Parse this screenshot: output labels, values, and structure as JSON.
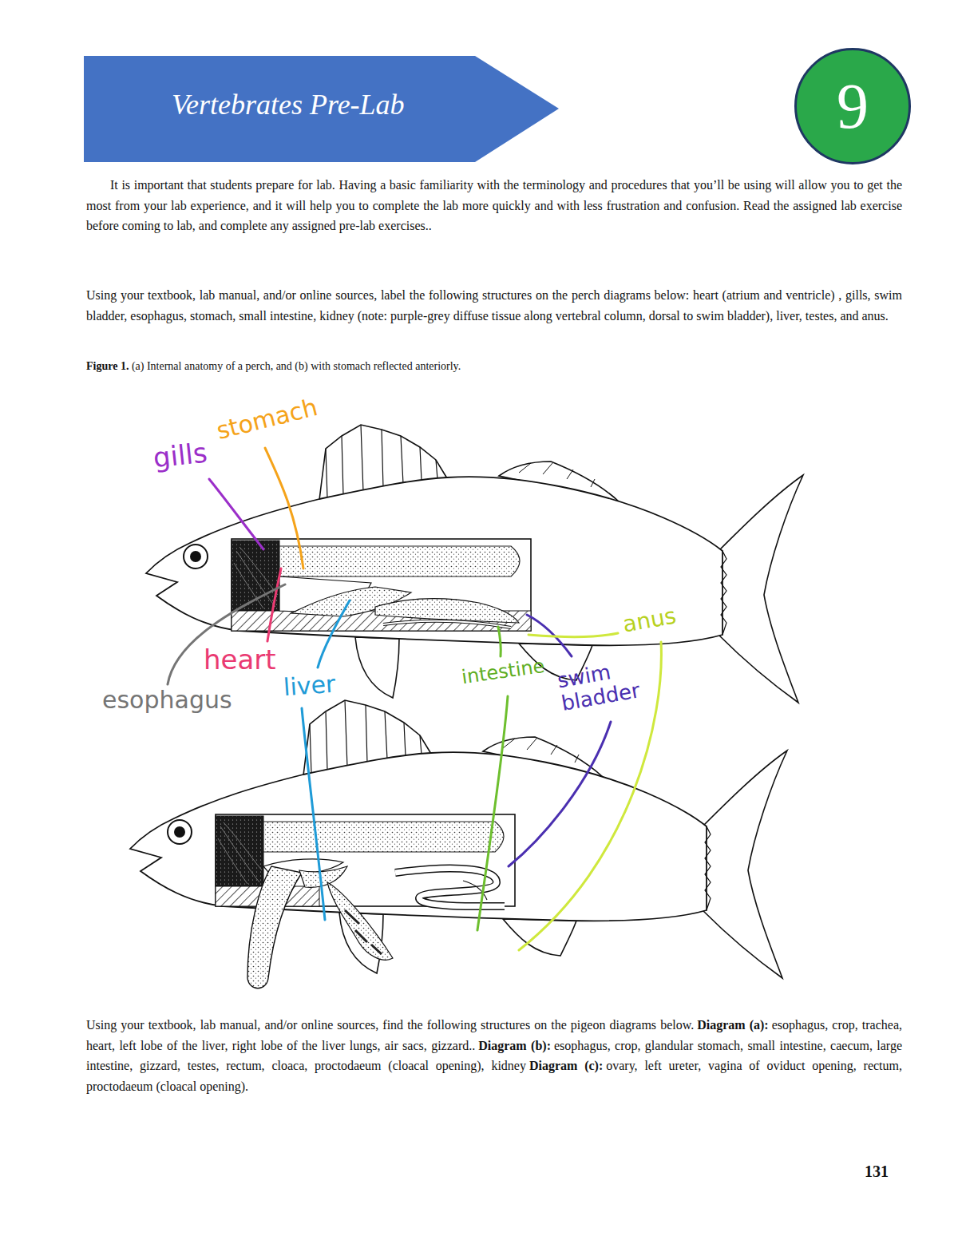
{
  "diagram": {
    "title": "Vertebrates Pre-Lab",
    "nodes": [
      {
        "text": [
          "9"
        ]
      }
    ],
    "labels": [
      "It is important that students prepare for lab. Having a basic familiarity with the terminology and procedures that you’ll be using will allow you to get the most from your lab experience, and it will help you to complete the lab more quickly and with less frustration and confusion. Read the assigned lab exercise before coming to lab, and complete any assigned pre-lab exercises..",
      "Using your textbook, lab manual, and/or online sources, label the following structures on the perch diagrams below: heart (atrium and ventricle) , gills, swim bladder, esophagus, stomach, small intestine, kidney (note: purple-grey diffuse tissue along vertebral column, dorsal to swim bladder), liver, testes, and anus.",
      "Figure 1.",
      "(a) Internal anatomy of a perch, and (b) with stomach reflected anteriorly.",
      "gills",
      "stomach",
      "heart",
      "esophagus",
      "liver",
      "intestine",
      "swim bladder",
      "anus",
      "Using your textbook, lab manual, and/or online sources, find the following structures on the pigeon diagrams below.",
      "Diagram (a):",
      "esophagus, crop, trachea, heart, left lobe of the liver, right lobe of the liver lungs, air sacs, gizzard..",
      "Diagram (b):",
      "esophagus, crop, glandular stomach, small intestine, caecum, large intestine, gizzard, testes, rectum, cloaca, proctodaeum (cloacal opening), kidney",
      "Diagram (c):",
      "ovary, left ureter, vagina of oviduct opening, rectum, proctodaeum (cloacal opening).",
      "131"
    ]
  }
}
